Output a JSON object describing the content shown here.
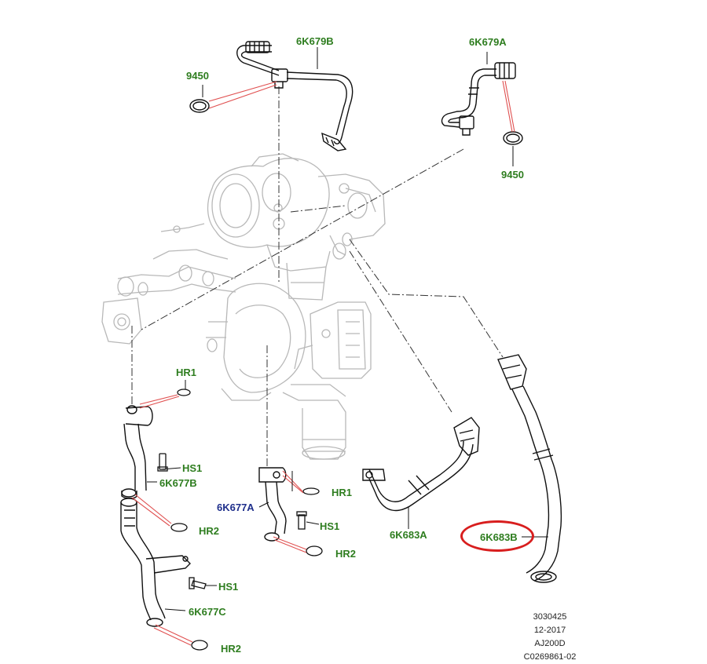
{
  "labels": {
    "l_6k679b": "6K679B",
    "l_9450_a": "9450",
    "l_6k679a": "6K679A",
    "l_9450_b": "9450",
    "l_hr1_a": "HR1",
    "l_hs1_a": "HS1",
    "l_6k677b": "6K677B",
    "l_hr2_a": "HR2",
    "l_hs1_b": "HS1",
    "l_6k677c": "6K677C",
    "l_hr2_b": "HR2",
    "l_hr1_b": "HR1",
    "l_6k677a": "6K677A",
    "l_hs1_c": "HS1",
    "l_hr2_c": "HR2",
    "l_6k683a": "6K683A",
    "l_6k683b": "6K683B"
  },
  "footer": {
    "line1": "3030425",
    "line2": "12-2017",
    "line3": "AJ200D",
    "line4": "C0269861-02"
  },
  "colors": {
    "label_green": "#2e7d1f",
    "label_blue": "#1f2f8c",
    "leader_red": "#e05050",
    "highlight_red": "#d81e1e"
  }
}
